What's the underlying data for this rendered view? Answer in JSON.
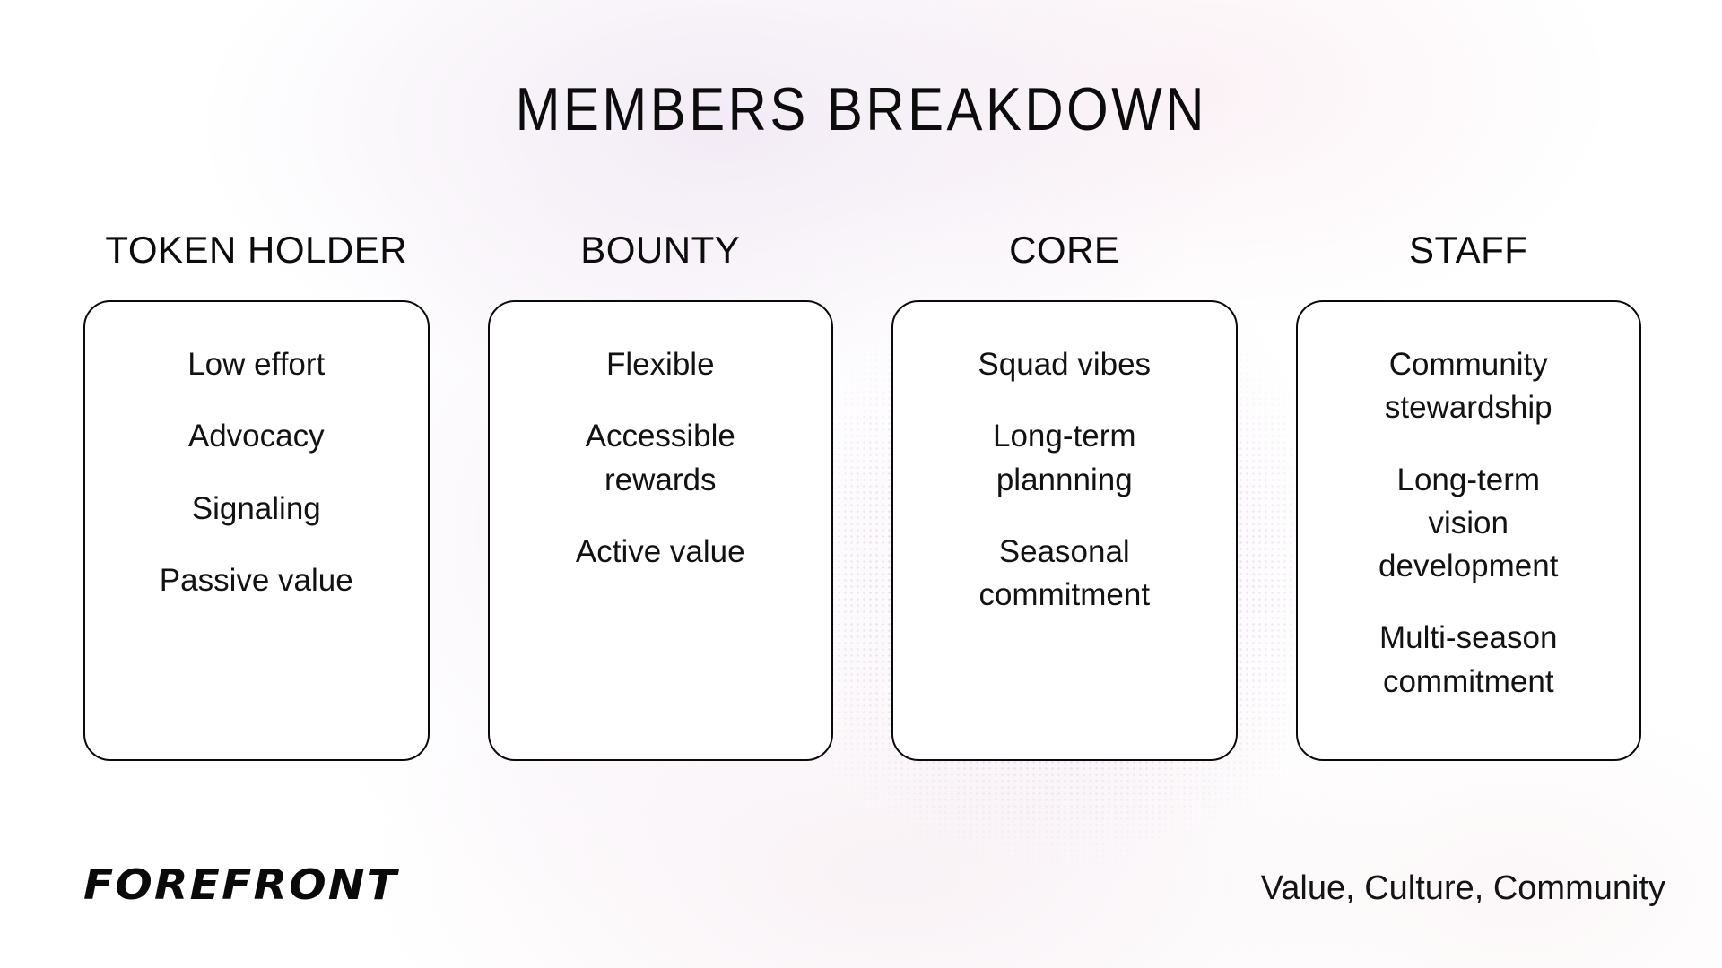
{
  "title": "MEMBERS BREAKDOWN",
  "columns": [
    {
      "header": "TOKEN HOLDER",
      "items": [
        "Low effort",
        "Advocacy",
        "Signaling",
        "Passive value"
      ]
    },
    {
      "header": "BOUNTY",
      "items": [
        "Flexible",
        "Accessible rewards",
        "Active value"
      ]
    },
    {
      "header": "CORE",
      "items": [
        "Squad vibes",
        "Long-term plannning",
        "Seasonal commitment"
      ]
    },
    {
      "header": "STAFF",
      "items": [
        "Community stewardship",
        "Long-term vision development",
        "Multi-season commitment"
      ]
    }
  ],
  "footer": {
    "brand": "FOREFRONT",
    "tagline": "Value, Culture, Community"
  },
  "colors": {
    "text": "#101010",
    "card_border": "#0a0a0a",
    "card_background": "#ffffff",
    "tint_lavender": "#f3eaf6",
    "tint_pink": "#faeef3"
  }
}
